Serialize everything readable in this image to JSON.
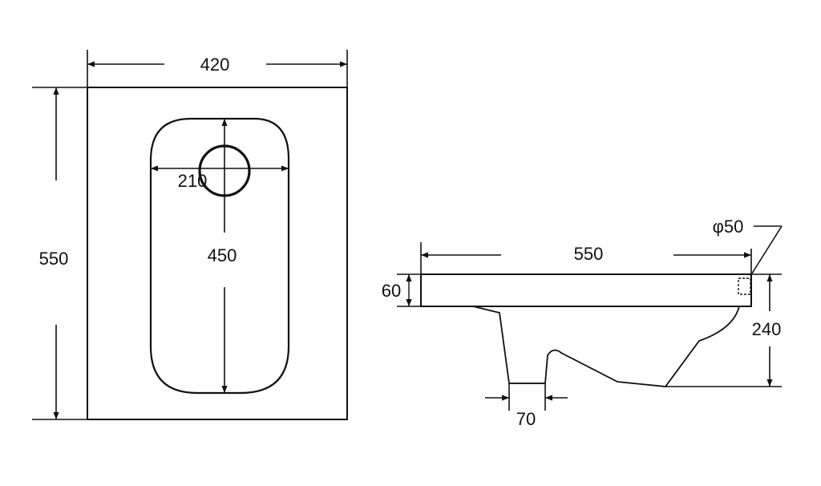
{
  "top_view": {
    "width_label": "420",
    "height_label": "550",
    "bowl_width_label": "210",
    "bowl_length_label": "450"
  },
  "side_view": {
    "length_label": "550",
    "thickness_label": "60",
    "depth_label": "240",
    "outlet_label": "70",
    "inlet_label": "φ50"
  },
  "colors": {
    "line": "#111111",
    "background": "#ffffff"
  }
}
